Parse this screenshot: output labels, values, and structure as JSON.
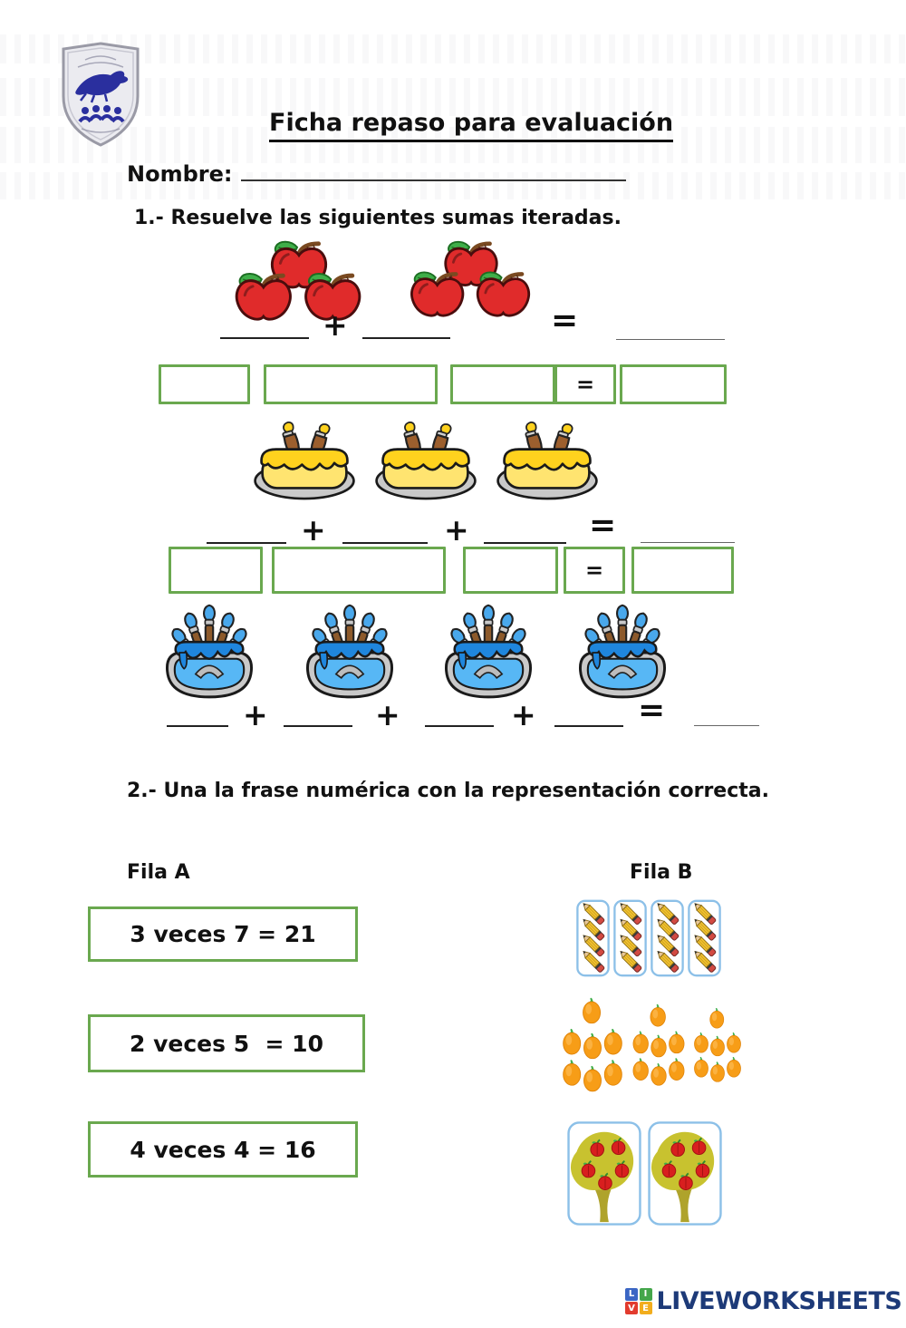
{
  "header": {
    "title": "Ficha repaso para evaluación",
    "name_label": "Nombre:",
    "logo": "school-crest-with-blue-eagle"
  },
  "exercise1": {
    "heading": "1.- Resuelve las siguientes sumas iteradas.",
    "plus": "+",
    "equals": "=",
    "rows": [
      {
        "item": "apples",
        "groups": 2,
        "per_group": 3
      },
      {
        "item": "cakes-with-candles",
        "groups": 3,
        "per_group": 2
      },
      {
        "item": "paint-pots-with-brushes",
        "groups": 4,
        "per_group": 5
      }
    ]
  },
  "exercise2": {
    "heading": "2.- Una la frase numérica con la representación correcta.",
    "fila_a": "Fila A",
    "fila_b": "Fila B",
    "phrases": [
      "3 veces 7 = 21",
      "2 veces 5  = 10",
      "4 veces 4 = 16"
    ],
    "representations": [
      {
        "item": "pencil-cards",
        "groups": 4,
        "per_group": 4
      },
      {
        "item": "orange-fruit-clusters",
        "groups": 3,
        "per_group": 7
      },
      {
        "item": "apple-trees",
        "groups": 2,
        "per_group": 5
      }
    ]
  },
  "footer": {
    "brand": "LIVEWORKSHEETS",
    "logo_letters": [
      "L",
      "I",
      "V",
      "E"
    ]
  },
  "colors": {
    "box_border_green": "#6aa84f",
    "card_border_blue": "#8cc0e8",
    "brand_navy": "#1d3a78",
    "apple_red": "#e02b2b",
    "cake_yellow": "#ffd21e",
    "paint_blue": "#57b7f5",
    "pencil_yellow": "#f2c330",
    "orange_fruit": "#f79d17",
    "tree_canopy": "#c8c22f"
  }
}
